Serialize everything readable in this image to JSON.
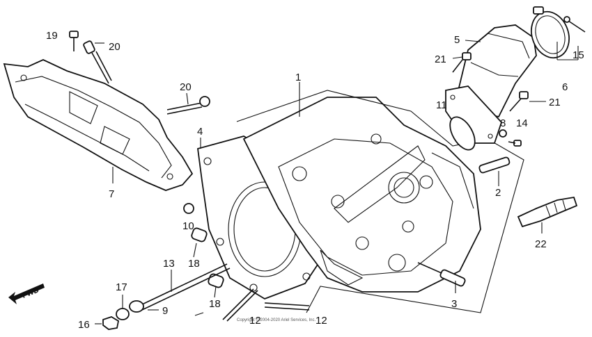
{
  "diagram": {
    "fwd_label": "FWD",
    "copyright": "Copyright © 2004-2020 Ariel Services, Inc.",
    "callouts": {
      "c1": "1",
      "c2": "2",
      "c3": "3",
      "c4": "4",
      "c5": "5",
      "c6": "6",
      "c7": "7",
      "c8": "8",
      "c9": "9",
      "c10": "10",
      "c11": "11",
      "c12a": "12",
      "c12b": "12",
      "c13": "13",
      "c14": "14",
      "c15": "15",
      "c16": "16",
      "c17": "17",
      "c18a": "18",
      "c18b": "18",
      "c19": "19",
      "c20a": "20",
      "c20b": "20",
      "c21a": "21",
      "c21b": "21",
      "c22": "22"
    }
  }
}
